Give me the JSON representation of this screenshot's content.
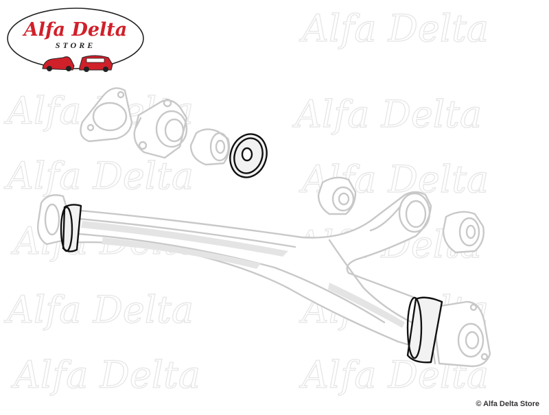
{
  "brand": {
    "name": "Alfa Delta",
    "sub": "STORE",
    "colors": {
      "red": "#d0202a",
      "ink": "#111111",
      "ghost": "#c8c8c8"
    }
  },
  "watermark": {
    "text": "Alfa Delta"
  },
  "copyright": "© Alfa Delta Store",
  "illustration": {
    "highlighted_parts": [
      "washer",
      "left-end-bushing",
      "right-end-bushing"
    ]
  }
}
